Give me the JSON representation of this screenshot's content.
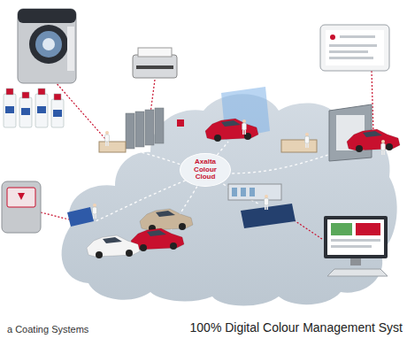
{
  "diagram": {
    "nodes": [
      {
        "text": [
          "Axalta Colour Cloud"
        ]
      }
    ],
    "labels": [
      "a Coating Systems",
      "100% Digital Colour Management Syst"
    ]
  }
}
